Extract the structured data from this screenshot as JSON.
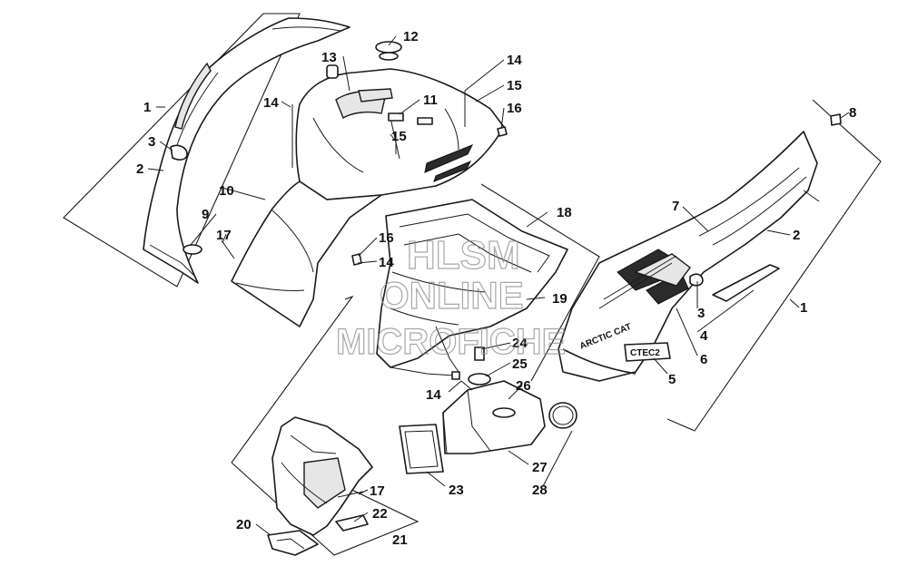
{
  "watermark": {
    "line1": "HLSM",
    "line2": "ONLINE",
    "line3": "MICROFICHE"
  },
  "decals": {
    "brand": "ARCTIC CAT",
    "model": "CTEC2"
  },
  "callouts": {
    "c1_left": "1",
    "c1_right": "1",
    "c2_left": "2",
    "c2_right": "2",
    "c3_left": "3",
    "c3_right": "3",
    "c4": "4",
    "c5": "5",
    "c6": "6",
    "c7": "7",
    "c8": "8",
    "c9": "9",
    "c10": "10",
    "c11": "11",
    "c12": "12",
    "c13": "13",
    "c14_a": "14",
    "c14_b": "14",
    "c14_c": "14",
    "c14_d": "14",
    "c15_a": "15",
    "c15_b": "15",
    "c16_a": "16",
    "c16_b": "16",
    "c17_a": "17",
    "c17_b": "17",
    "c18": "18",
    "c19": "19",
    "c20": "20",
    "c21": "21",
    "c22": "22",
    "c23": "23",
    "c24": "24",
    "c25": "25",
    "c26": "26",
    "c27": "27",
    "c28": "28"
  },
  "colors": {
    "line": "#1a1a1a",
    "watermark": "#8a8a8a",
    "background": "#ffffff"
  }
}
